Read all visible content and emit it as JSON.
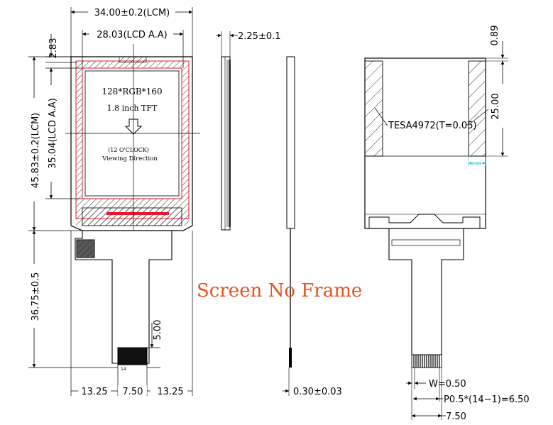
{
  "dims": {
    "lcm_width": "34.00±0.2(LCM)",
    "lcd_aa_width": "28.03(LCD A.A)",
    "top_gap": "2.83",
    "lcm_height": "45.83±0.2(LCM)",
    "lcd_aa_height": "35.04(LCD A.A)",
    "thickness": "2.25±0.1",
    "fpc_length": "36.75±0.5",
    "fpc_tail": "5.00",
    "bottom_left": "13.25",
    "bottom_mid": "7.50",
    "bottom_right": "13.25",
    "fpc_thickness": "0.30±0.03",
    "back_top": "0.89",
    "back_tape_h": "25.00",
    "back_small": "5.00",
    "pin_w": "W=0.50",
    "pin_pitch": "P0.5*(14−1)=6.50",
    "back_fpc_w": "7.50",
    "pin_one": "14"
  },
  "screen": {
    "resolution": "128*RGB*160",
    "size": "1.8 inch  TFT",
    "clock": "(12 O'CLOCK)",
    "viewing": "Viewing Direction"
  },
  "back": {
    "tape": "TESA4972(T=0.05)"
  },
  "caption": "Screen No Frame",
  "colors": {
    "caption": "#e8511e",
    "red_line": "#e8182c",
    "cyan": "#19c6d6"
  }
}
